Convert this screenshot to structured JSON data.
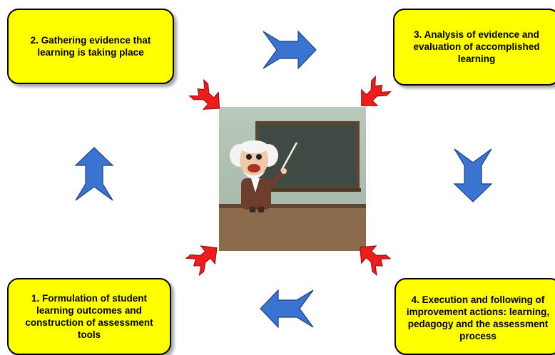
{
  "steps": {
    "step1": "1. Formulation of student learning outcomes and construction of assessment tools",
    "step2": "2. Gathering evidence that learning is taking place",
    "step3": "3. Analysis of evidence and evaluation of accomplished learning",
    "step4": "4.  Execution and following of improvement actions: learning, pedagogy and the assessment process"
  },
  "colors": {
    "box_fill": "#ffff00",
    "cycle_arrow": "#3b73d1",
    "link_arrow": "#ee1c1c"
  },
  "icons": {
    "center": "teacher-at-chalkboard-illustration",
    "cycle": "blue-chevron-arrow",
    "link": "red-double-headed-arrow"
  }
}
